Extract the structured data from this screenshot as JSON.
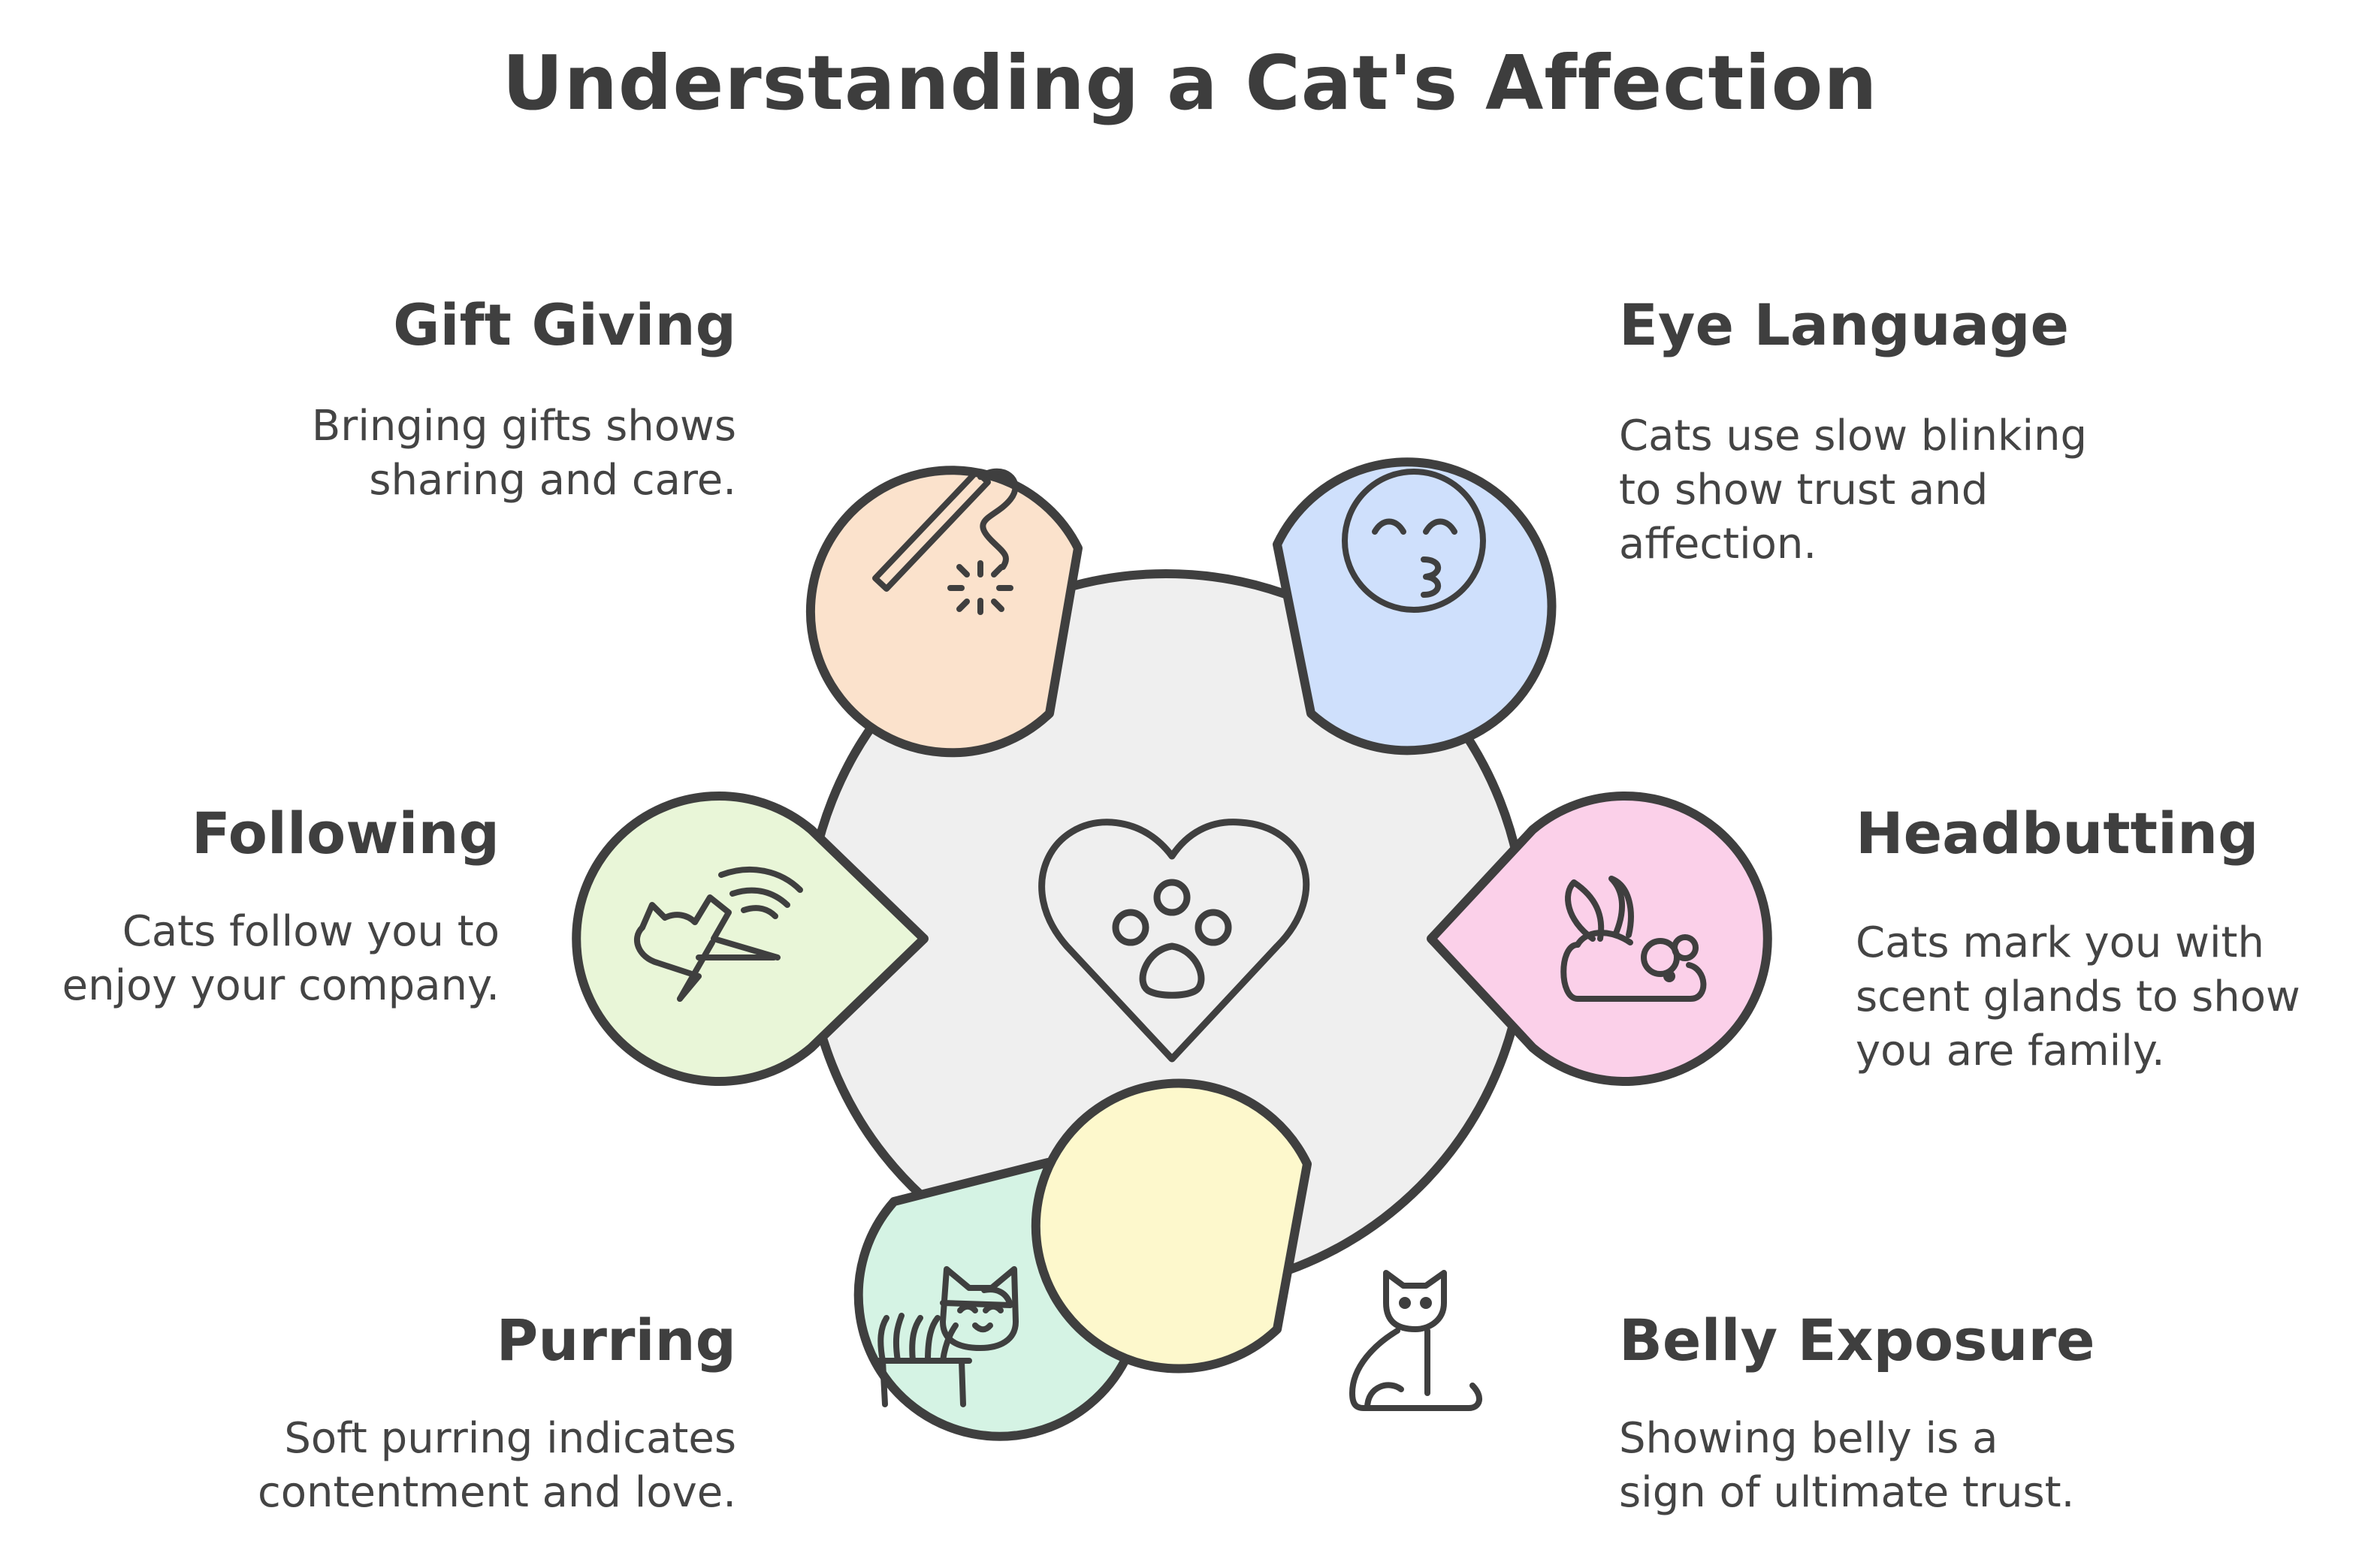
{
  "title": "Understanding a Cat's Affection",
  "center": {
    "icon": "heart-paw-icon",
    "fill": "#efefef"
  },
  "items": [
    {
      "id": "gift-giving",
      "title": "Gift Giving",
      "lines": [
        "Bringing gifts shows",
        "sharing and care."
      ],
      "color": "#fbe2cc",
      "icon": "toy-wand-icon"
    },
    {
      "id": "eye-language",
      "title": "Eye Language",
      "lines": [
        "Cats use slow blinking",
        "to show trust and",
        "affection."
      ],
      "color": "#cfe0fc",
      "icon": "kiss-face-icon"
    },
    {
      "id": "headbutting",
      "title": "Headbutting",
      "lines": [
        "Cats mark you with",
        "scent glands to show",
        "you are family."
      ],
      "color": "#fbd0e9",
      "icon": "cat-nuzzle-icon"
    },
    {
      "id": "belly-exposure",
      "title": "Belly Exposure",
      "lines": [
        "Showing belly is a",
        "sign of ultimate trust."
      ],
      "color": "#fdf8cc",
      "icon": "sitting-cat-icon"
    },
    {
      "id": "purring",
      "title": "Purring",
      "lines": [
        "Soft purring indicates",
        "contentment and love."
      ],
      "color": "#d5f3e4",
      "icon": "content-cat-icon"
    },
    {
      "id": "following",
      "title": "Following",
      "lines": [
        "Cats follow you to",
        "enjoy your company."
      ],
      "color": "#e9f6d8",
      "icon": "walking-cat-icon"
    }
  ]
}
